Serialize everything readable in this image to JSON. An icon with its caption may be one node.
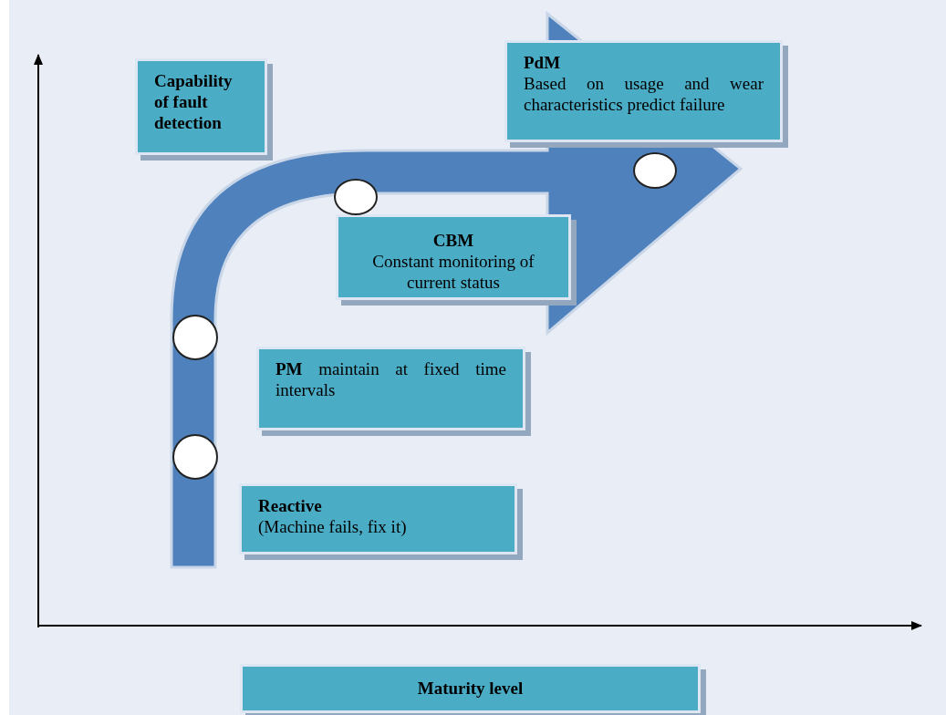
{
  "diagram": {
    "nodes": [
      {
        "text": [
          "Capability of fault detection"
        ]
      },
      {
        "text": [
          "PdM",
          "Based on usage and wear characteristics predict failure"
        ]
      },
      {
        "text": [
          "CBM",
          "Constant monitoring of current status"
        ]
      },
      {
        "text": [
          "**PM** maintain at fixed time intervals"
        ]
      },
      {
        "text": [
          "Reactive",
          "(Machine fails, fix it)"
        ]
      },
      {
        "text": [
          "Maturity level"
        ]
      },
      {
        "text": [],
        "shape": "circle"
      },
      {
        "text": [],
        "shape": "circle"
      },
      {
        "text": [],
        "shape": "circle"
      },
      {
        "text": [],
        "shape": "circle"
      }
    ],
    "edges": []
  }
}
